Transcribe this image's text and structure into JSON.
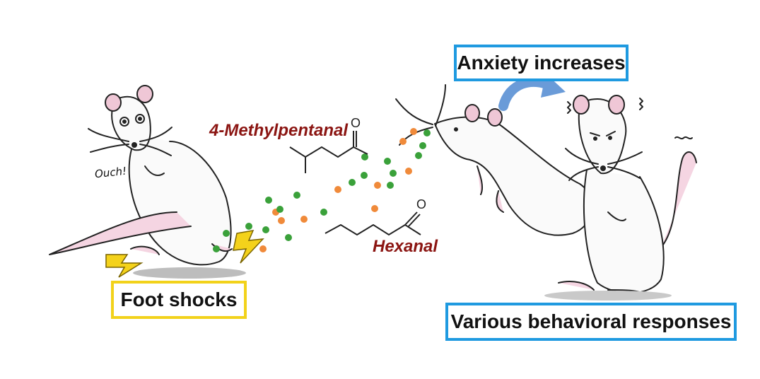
{
  "labels": {
    "foot_shocks": "Foot shocks",
    "anxiety": "Anxiety increases",
    "responses": "Various behavioral responses",
    "ouch": "Ouch!"
  },
  "molecules": {
    "m1": "4-Methylpentanal",
    "m2": "Hexanal",
    "atom_o": "O"
  },
  "colors": {
    "yellow_box": "#f2d21a",
    "blue_box": "#1f9ae0",
    "molecule_text": "#8b1512",
    "green_dot": "#3aa13a",
    "orange_dot": "#f08a3a",
    "arrow": "#6a9bd8",
    "rat_ear": "#efc7d6"
  },
  "icons": [
    "rat-left",
    "rat-sniffing",
    "rat-anxious",
    "lightning-bolt-icon",
    "curved-arrow-icon"
  ]
}
